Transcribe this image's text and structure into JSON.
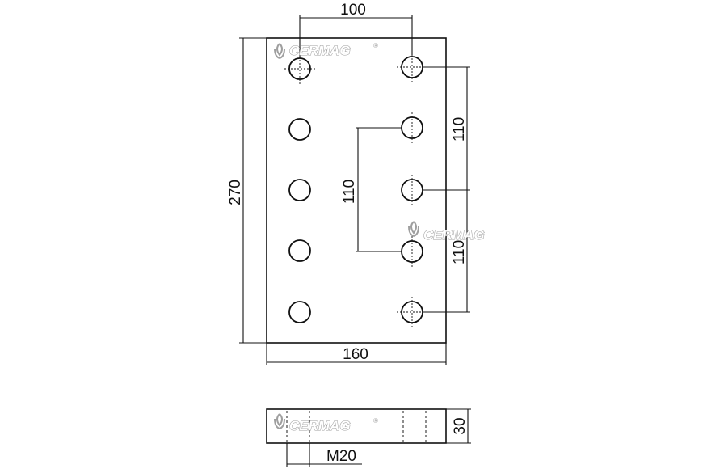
{
  "dimensions": {
    "top_spacing": "100",
    "overall_height": "270",
    "inner_spacing": "110",
    "right_spacing_upper": "110",
    "right_spacing_lower": "110",
    "overall_width": "160",
    "thickness": "30",
    "thread": "M20"
  },
  "watermark": {
    "brand": "CERMAG",
    "registered": "®"
  },
  "colors": {
    "line": "#111111",
    "watermark_gray": "#9a9a9a"
  }
}
